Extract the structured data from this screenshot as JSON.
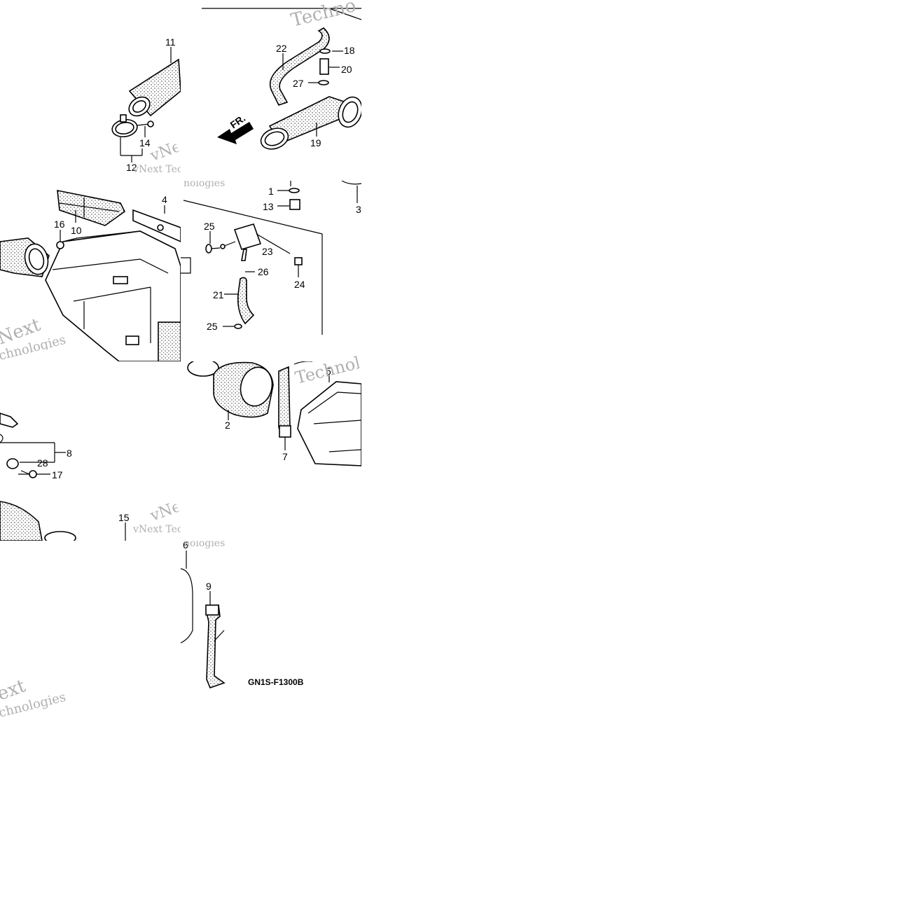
{
  "diagram": {
    "code": "GN1S-F1300B",
    "direction_label": "FR.",
    "part_numbers": [
      "1",
      "2",
      "3",
      "4",
      "5",
      "6",
      "7",
      "8",
      "9",
      "10",
      "11",
      "12",
      "13",
      "14",
      "15",
      "16",
      "17",
      "18",
      "19",
      "20",
      "21",
      "22",
      "23",
      "24",
      "25",
      "26",
      "27",
      "28"
    ],
    "watermarks": {
      "technologies": "Technologies",
      "vnext_tec": "vNext Tec",
      "vne": "vNe",
      "next": "Next",
      "ext": "ext",
      "chnologies": "chnologies",
      "nologies": "nologies",
      "techno": "Techno"
    }
  }
}
